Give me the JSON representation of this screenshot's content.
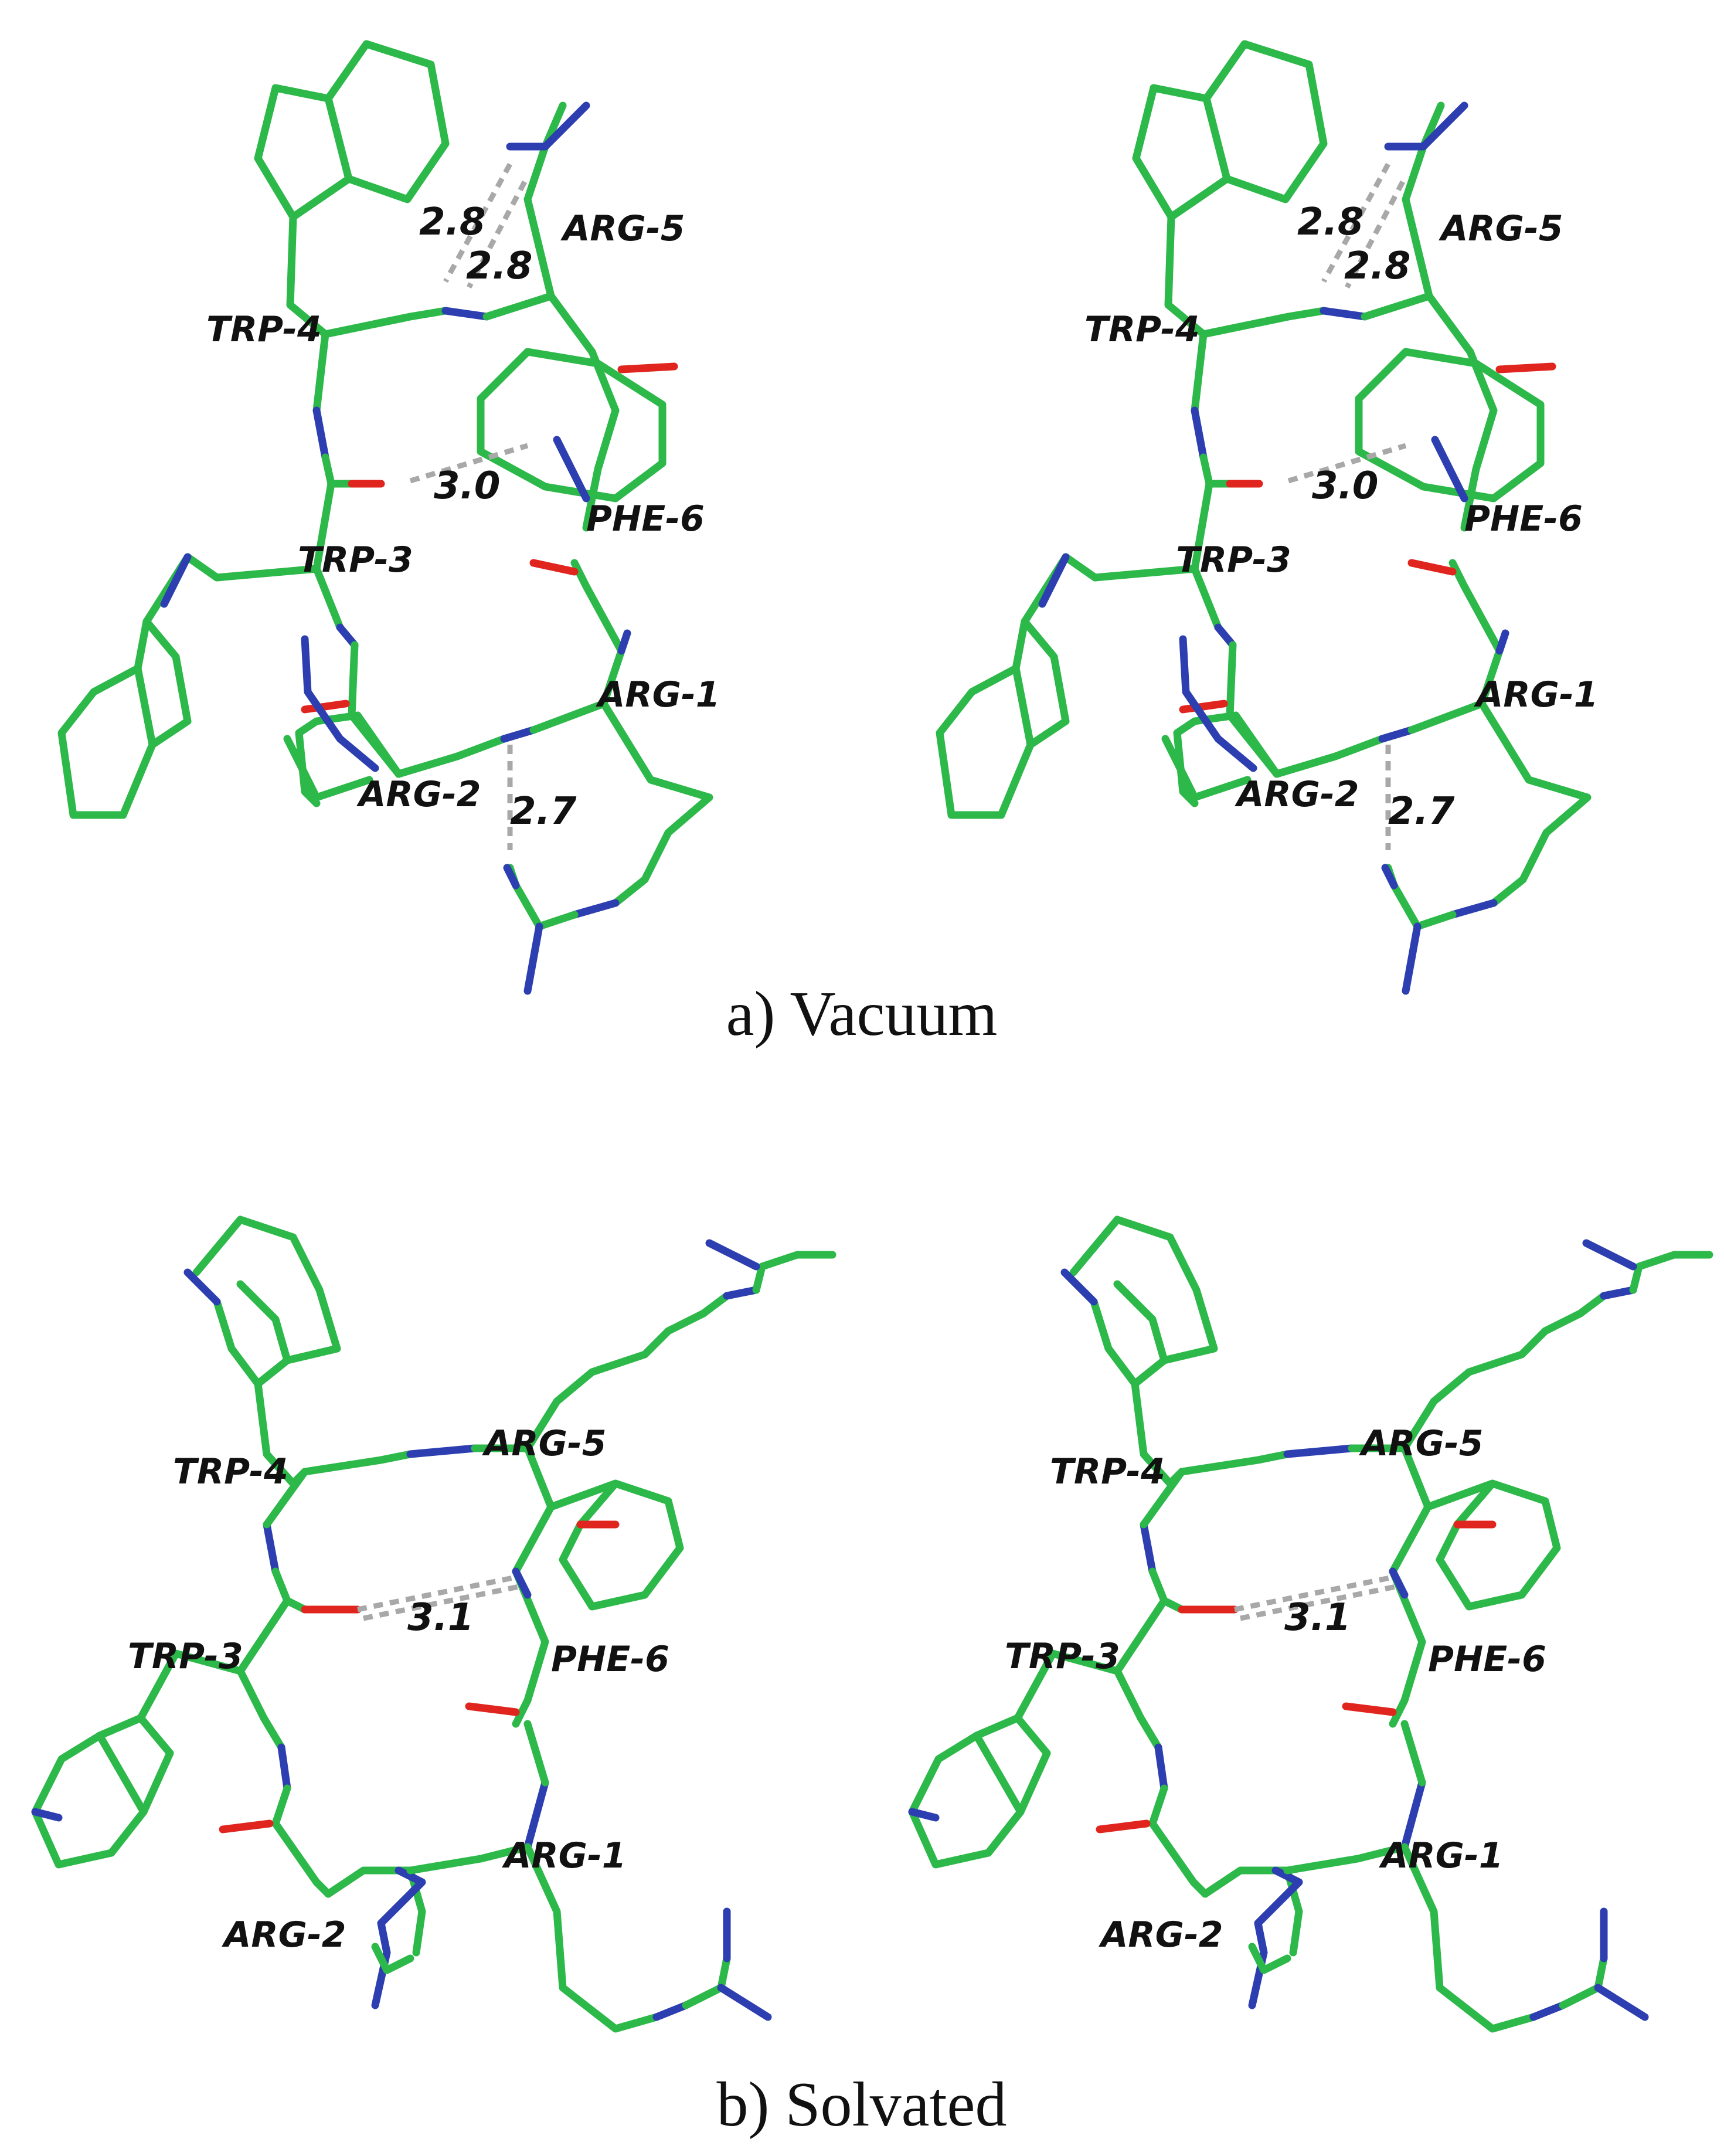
{
  "colors": {
    "carbon": "#2db84a",
    "nitrogen": "#2d3fb0",
    "oxygen": "#e0251f",
    "hbond": "#a8a8a8"
  },
  "panels": [
    {
      "id": "vacuum",
      "caption": "a) Vacuum",
      "residues": [
        "ARG-1",
        "ARG-2",
        "TRP-3",
        "TRP-4",
        "ARG-5",
        "PHE-6"
      ],
      "distances": [
        "2.8",
        "2.8",
        "3.0",
        "2.7"
      ]
    },
    {
      "id": "solvated",
      "caption": "b) Solvated",
      "residues": [
        "ARG-1",
        "ARG-2",
        "TRP-3",
        "TRP-4",
        "ARG-5",
        "PHE-6"
      ],
      "distances": [
        "3.1"
      ]
    }
  ]
}
